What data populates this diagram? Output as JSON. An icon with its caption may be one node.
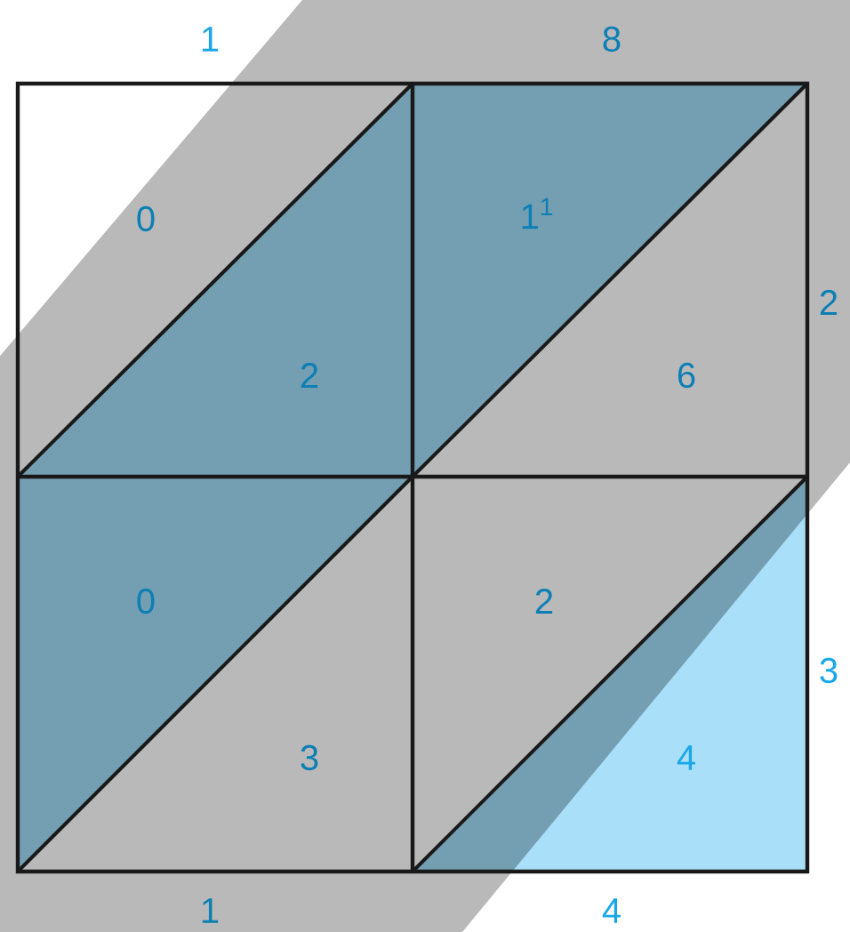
{
  "diagram": {
    "labels": [
      "1",
      "8",
      "0",
      "1$^{1}$",
      "2",
      "2",
      "6",
      "0",
      "2",
      "3",
      "3",
      "4",
      "1",
      "4"
    ]
  }
}
